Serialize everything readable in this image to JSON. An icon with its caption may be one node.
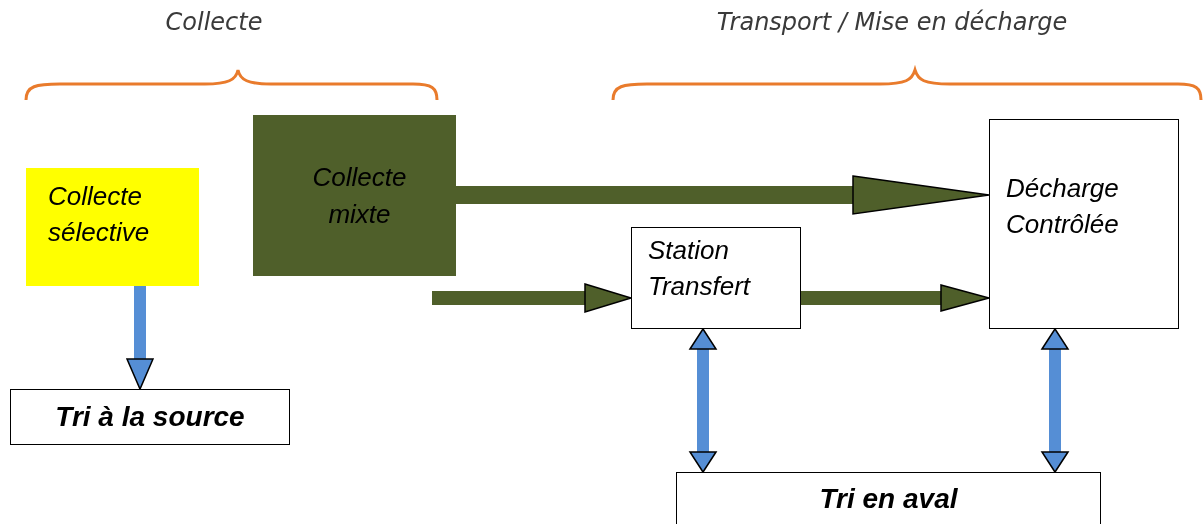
{
  "diagram": {
    "nodes": [
      {
        "text": [
          "Collecte sélective"
        ]
      },
      {
        "text": [
          "Collecte mixte"
        ]
      },
      {
        "text": [
          "Station Transfert"
        ]
      },
      {
        "text": [
          "Décharge Contrôlée"
        ]
      },
      {
        "text": [
          "Tri à la source"
        ]
      },
      {
        "text": [
          "Tri en aval"
        ]
      }
    ],
    "edges": [
      {
        "from": 0,
        "to": 4,
        "arrow": "to",
        "color": "#558ed5"
      },
      {
        "from": 1,
        "to": 3,
        "arrow": "to",
        "color": "#4f5f2a"
      },
      {
        "from": null,
        "to": 2,
        "arrow": "to",
        "color": "#4f5f2a"
      },
      {
        "from": 2,
        "to": 3,
        "arrow": "to",
        "color": "#4f5f2a"
      },
      {
        "from": 2,
        "to": 5,
        "arrow": "both",
        "color": "#558ed5"
      },
      {
        "from": 3,
        "to": 5,
        "arrow": "both",
        "color": "#558ed5"
      }
    ],
    "labels": [
      "Collecte",
      "Transport / Mise en décharge"
    ]
  }
}
